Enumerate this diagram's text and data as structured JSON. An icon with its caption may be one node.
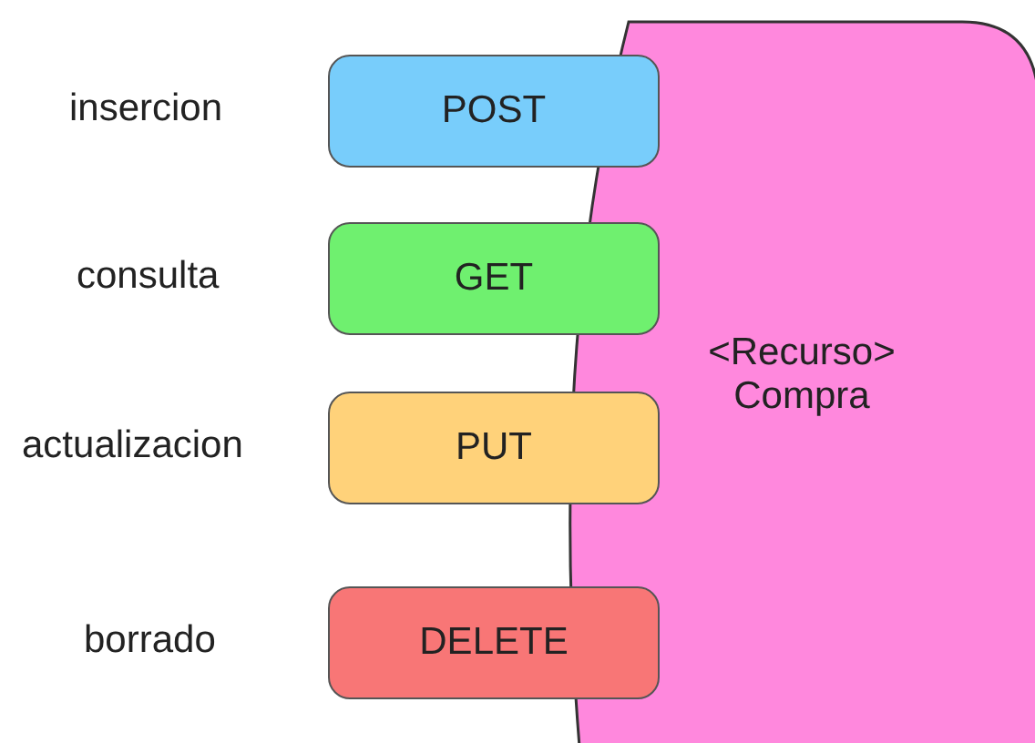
{
  "diagram": {
    "nodes": [
      {
        "text": [
          "POST"
        ],
        "beside": [
          "insercion"
        ]
      },
      {
        "text": [
          "GET"
        ],
        "beside": [
          "consulta"
        ]
      },
      {
        "text": [
          "PUT"
        ],
        "beside": [
          "actualizacion"
        ]
      },
      {
        "text": [
          "DELETE"
        ],
        "beside": [
          "borrado"
        ]
      },
      {
        "text": [
          "<Recurso> Compra"
        ]
      }
    ]
  }
}
